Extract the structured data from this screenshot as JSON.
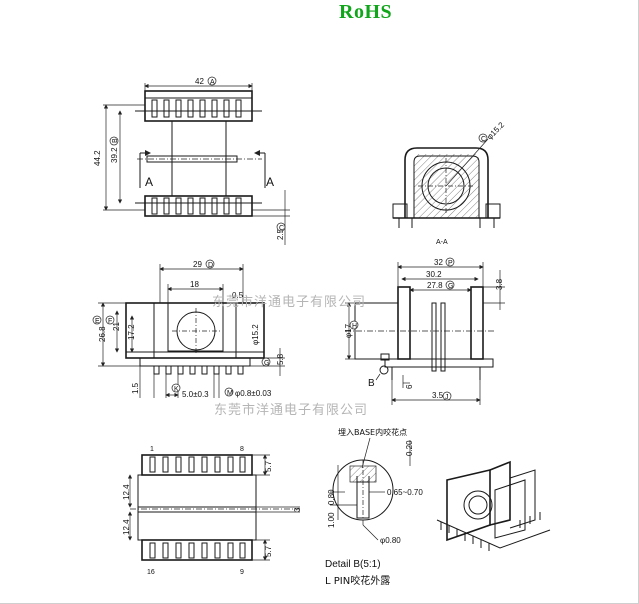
{
  "header": {
    "rohs": "RoHS"
  },
  "watermark": "东莞市洋通电子有限公司",
  "top_view": {
    "dim_A": "42",
    "label_A": "A",
    "dim_B": "39.2",
    "label_B": "B",
    "dim_total": "44.2",
    "dim_C": "2.5",
    "label_C": "C",
    "section_mark": "A"
  },
  "section_view": {
    "dim_hole": "φ15.2",
    "label": "C",
    "caption": "A-A"
  },
  "front_view": {
    "dim_D": "29",
    "label_D": "D",
    "dim_inner": "18",
    "dim_E": "26.8",
    "label_E": "E",
    "dim_F": "21",
    "label_F": "F",
    "dim_17": "17.2",
    "dim_hole": "φ15.2",
    "dim_r": "0.5",
    "dim_G": "5.8",
    "label_G": "G",
    "dim_15": "1.5",
    "dim_pitch": "5.0±0.3",
    "label_K": "K",
    "dim_pin": "φ0.8±0.03",
    "label_M": "M"
  },
  "side_view": {
    "dim_32": "32",
    "label_P": "P",
    "dim_302": "30.2",
    "dim_278": "27.8",
    "label_G": "G",
    "dim_38": "3.8",
    "dim_phi17": "φ17",
    "label_H": "H",
    "dim_6": "6",
    "dim_35": "3.5",
    "label_J": "J",
    "detail_mark": "B"
  },
  "bottom_view": {
    "pin_1": "1",
    "pin_8": "8",
    "pin_16": "16",
    "pin_9": "9",
    "dim_57a": "5.7",
    "dim_124a": "12.4",
    "dim_124b": "12.4",
    "dim_57b": "5.7",
    "dim_3": "3"
  },
  "detail": {
    "note": "埋入BASE内咬花点",
    "dim_020": "0.20",
    "dim_080": "0.80",
    "dim_100": "1.00",
    "dim_range": "0.65~0.70",
    "dim_phi": "φ0.80",
    "title": "Detail  B(5:1)",
    "subtitle": "L PIN咬花外露"
  }
}
